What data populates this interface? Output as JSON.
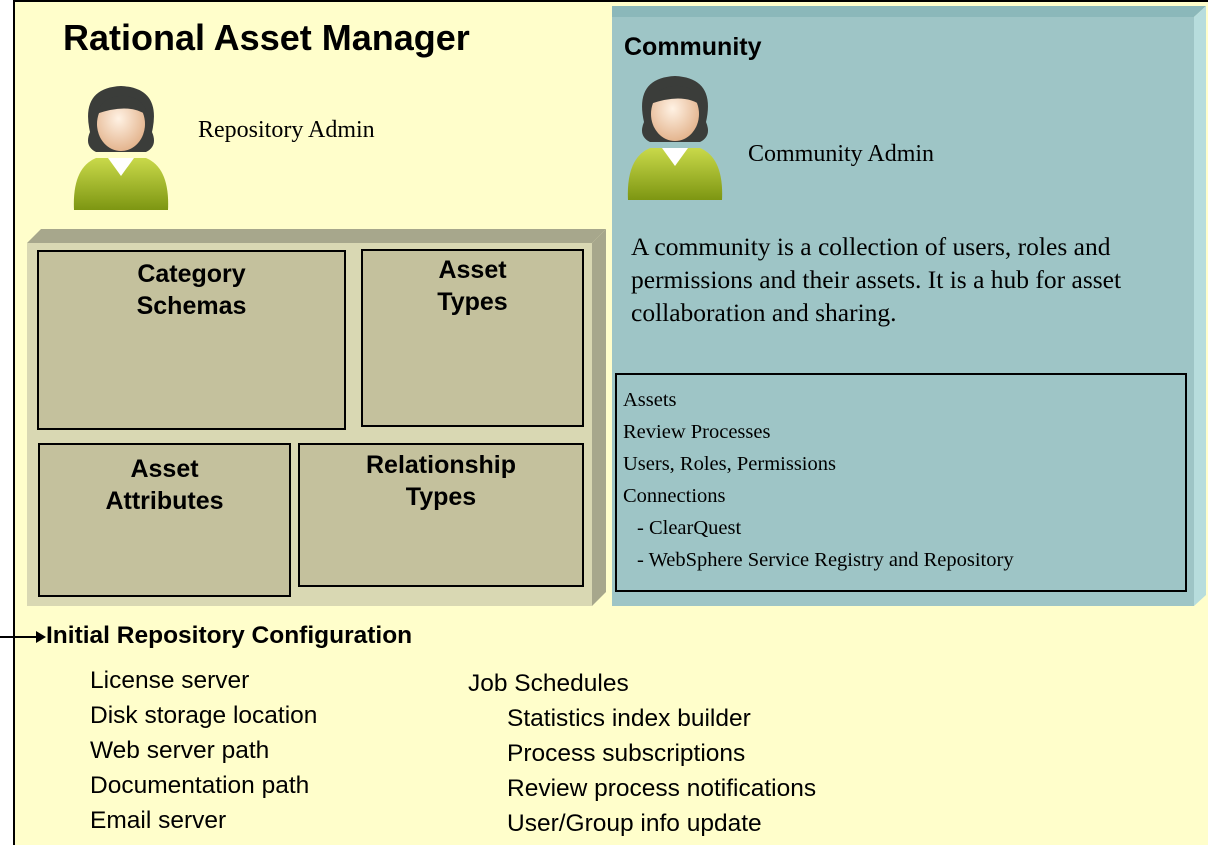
{
  "title": "Rational Asset Manager",
  "repository_admin_label": "Repository Admin",
  "boxes": {
    "category_schemas": [
      "Category",
      "Schemas"
    ],
    "asset_types": [
      "Asset",
      "Types"
    ],
    "asset_attributes": [
      "Asset",
      "Attributes"
    ],
    "relationship_types": [
      "Relationship",
      "Types"
    ]
  },
  "community": {
    "title": "Community",
    "admin_label": "Community Admin",
    "description": "A community is a collection of users, roles and permissions and their assets. It is a hub for asset collaboration and sharing.",
    "items": [
      "Assets",
      "Review Processes",
      "Users, Roles, Permissions",
      "Connections",
      "- ClearQuest",
      "- WebSphere Service Registry and Repository"
    ]
  },
  "initial_config": {
    "title": "Initial Repository Configuration",
    "left_items": [
      "License server",
      "Disk storage location",
      "Web server path",
      "Documentation path",
      "Email server"
    ],
    "job_schedules_label": "Job Schedules",
    "job_items": [
      "Statistics index builder",
      "Process subscriptions",
      "Review process notifications",
      "User/Group info update"
    ]
  },
  "colors": {
    "background": "#fffecb",
    "olive_panel": "#d9d8b3",
    "olive_box": "#c4c19d",
    "community_panel": "#9ec5c6"
  },
  "icons": [
    "person-icon"
  ]
}
